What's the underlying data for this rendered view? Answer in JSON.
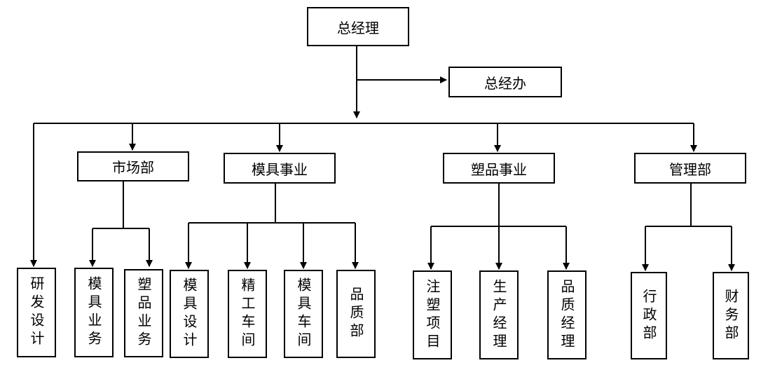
{
  "nodes": {
    "ceo": "总经理",
    "gm_office": "总经办",
    "market": "市场部",
    "mold_business": "模具事业",
    "plastic_business": "塑品事业",
    "management": "管理部",
    "rnd": "研发设计",
    "mold_sales": "模具业务",
    "plastic_sales": "塑品业务",
    "mold_design": "模具设计",
    "precision_workshop": "精工车间",
    "mold_workshop": "模具车间",
    "quality_dept": "品质部",
    "injection_project": "注塑项目",
    "production_manager": "生产经理",
    "quality_manager": "品质经理",
    "admin": "行政部",
    "finance": "财务部"
  }
}
